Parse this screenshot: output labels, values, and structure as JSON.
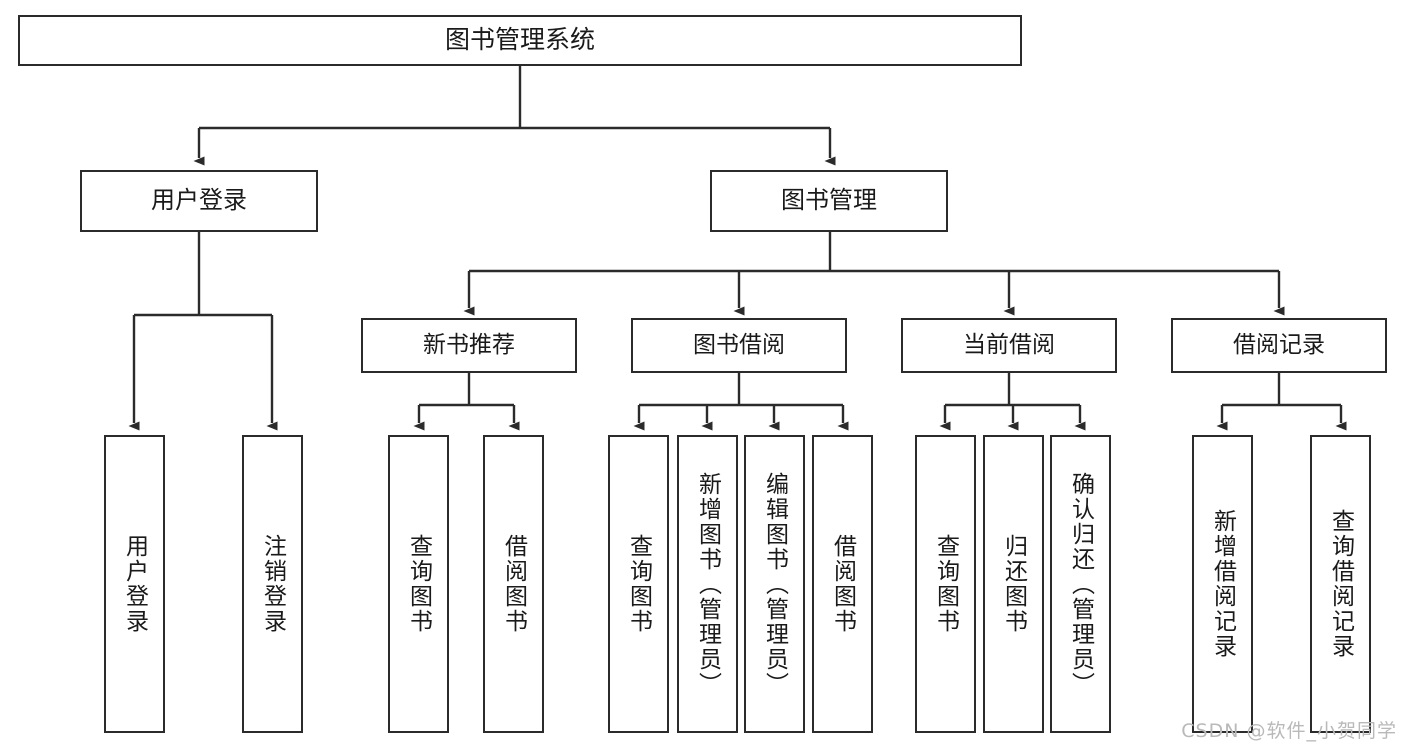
{
  "diagram": {
    "title": "图书管理系统",
    "type": "tree-hierarchy-chart",
    "watermark": "CSDN @软件_小贺同学",
    "colors": {
      "stroke": "#2b2b2b",
      "fill": "#ffffff",
      "text": "#1a1a1a",
      "watermark": "#b9b9b9"
    },
    "nodes": {
      "root": {
        "label": "图书管理系统"
      },
      "level2": [
        {
          "id": "user-login",
          "label": "用户登录"
        },
        {
          "id": "book-management",
          "label": "图书管理"
        }
      ],
      "level3": [
        {
          "id": "new-book-recommend",
          "label": "新书推荐"
        },
        {
          "id": "book-borrow",
          "label": "图书借阅"
        },
        {
          "id": "current-borrow",
          "label": "当前借阅"
        },
        {
          "id": "borrow-record",
          "label": "借阅记录"
        }
      ],
      "leaves": {
        "user_login": [
          {
            "id": "leaf-user-login",
            "label": "用户登录"
          },
          {
            "id": "leaf-logout-login",
            "label": "注销登录"
          }
        ],
        "new_book_recommend": [
          {
            "id": "leaf-query-book-1",
            "label": "查询图书"
          },
          {
            "id": "leaf-borrow-book-1",
            "label": "借阅图书"
          }
        ],
        "book_borrow": [
          {
            "id": "leaf-query-book-2",
            "label": "查询图书"
          },
          {
            "id": "leaf-add-book",
            "label": "新增图书（管理员）"
          },
          {
            "id": "leaf-edit-book",
            "label": "编辑图书（管理员）"
          },
          {
            "id": "leaf-borrow-book-2",
            "label": "借阅图书"
          }
        ],
        "current_borrow": [
          {
            "id": "leaf-query-book-3",
            "label": "查询图书"
          },
          {
            "id": "leaf-return-book",
            "label": "归还图书"
          },
          {
            "id": "leaf-confirm-return",
            "label": "确认归还（管理员）"
          }
        ],
        "borrow_record": [
          {
            "id": "leaf-add-borrow-record",
            "label": "新增借阅记录"
          },
          {
            "id": "leaf-query-borrow-record",
            "label": "查询借阅记录"
          }
        ]
      }
    }
  }
}
